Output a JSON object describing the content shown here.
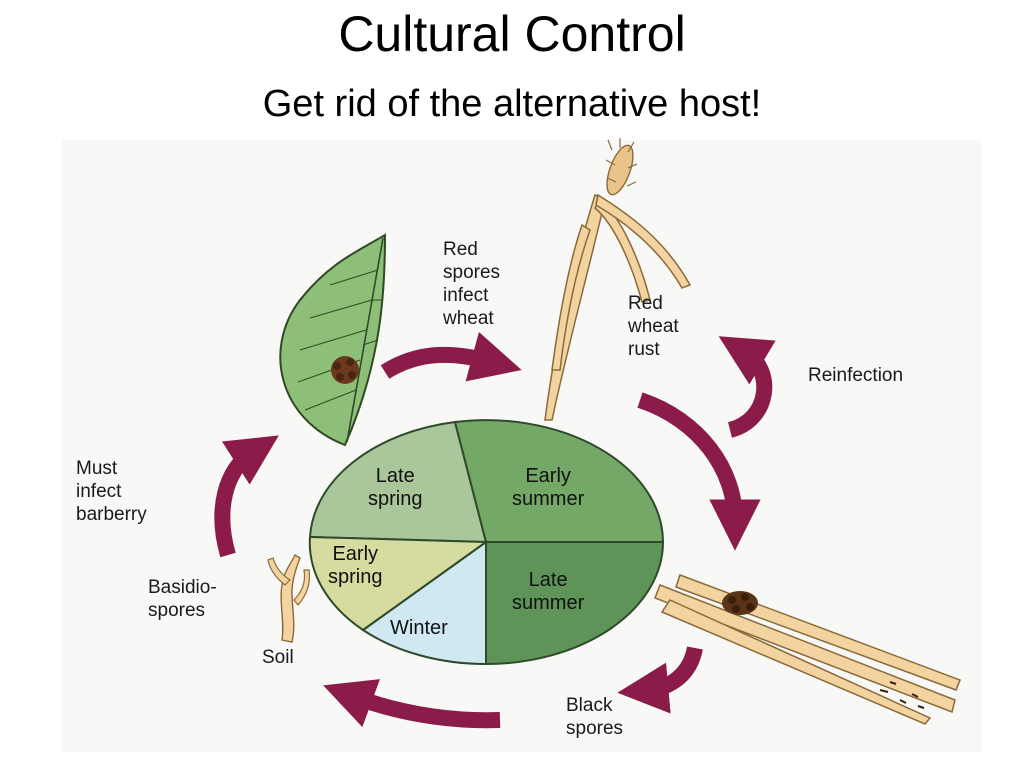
{
  "slide": {
    "title": "Cultural Control",
    "subtitle": "Get rid of the alternative host!"
  },
  "diagram": {
    "labels": {
      "red_spores": "Red\nspores\ninfect\nwheat",
      "red_wheat_rust": "Red\nwheat\nrust",
      "reinfection": "Reinfection",
      "must_infect": "Must\ninfect\nbarberry",
      "basidiospores": "Basidio-\nspores",
      "soil": "Soil",
      "black_spores": "Black\nspores"
    },
    "seasons": {
      "late_spring": "Late\nspring",
      "early_summer": "Early\nsummer",
      "early_spring": "Early\nspring",
      "late_summer": "Late\nsummer",
      "winter": "Winter"
    },
    "colors": {
      "arrow": "#8b1c4a",
      "late_spring": "#a9c79a",
      "early_summer": "#74a866",
      "early_spring": "#d6dca0",
      "late_summer": "#5f9458",
      "winter": "#cfe8f2",
      "leaf": "#8ebf78",
      "wheat": "#f3d3a0",
      "rust_spot": "#6b3a1e"
    }
  }
}
